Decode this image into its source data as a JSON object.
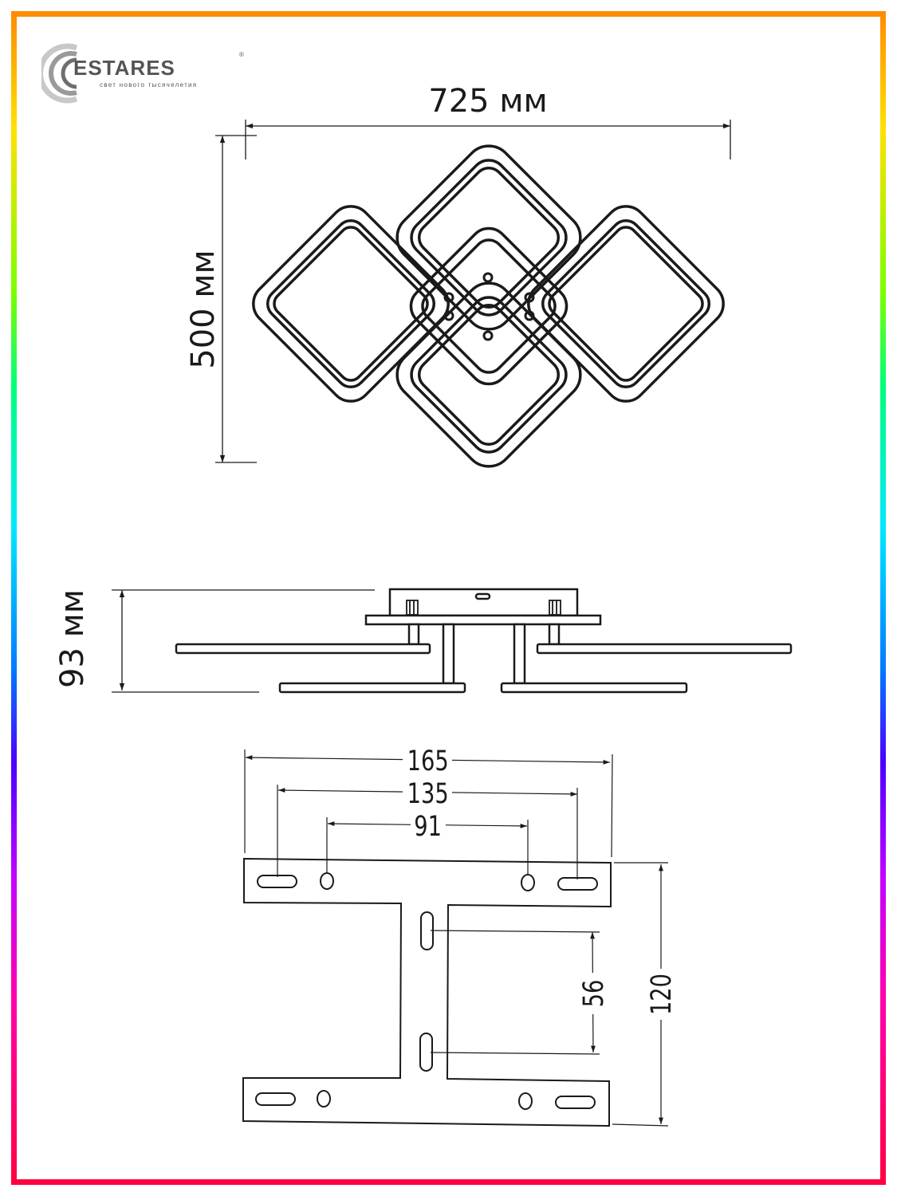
{
  "logo": {
    "brand": "ESTARES",
    "tagline": "свет нового тысячелетия",
    "registered_mark": "®"
  },
  "top_view": {
    "width_label": "725 мм",
    "height_label": "500 мм"
  },
  "side_view": {
    "height_label": "93 мм"
  },
  "bracket": {
    "dim_outer_width": "165",
    "dim_slot_spacing": "135",
    "dim_hole_spacing": "91",
    "dim_vertical_slot_spacing": "56",
    "dim_height": "120"
  },
  "colors": {
    "line": "#1a1a1a",
    "brand_gray": "#555555"
  }
}
